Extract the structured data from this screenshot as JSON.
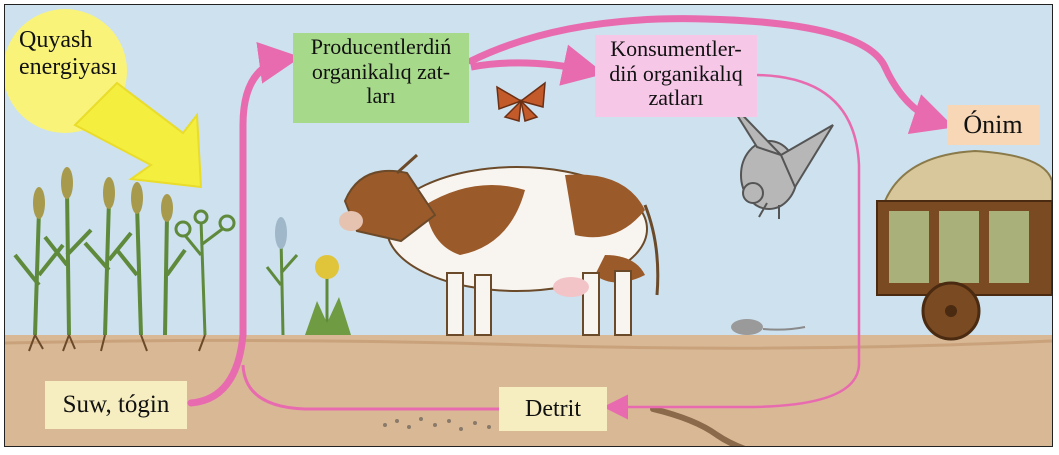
{
  "sun_label": [
    "Quyash",
    "energiyası"
  ],
  "producers_label": [
    "Producentlerdiń",
    "organikalıq zat-",
    "ları"
  ],
  "consumers_label": [
    "Konsumentler-",
    "diń organikalıq",
    "zatları"
  ],
  "product_label": "Ónim",
  "water_label": "Suw, tógin",
  "detritus_label": "Detrit",
  "colors": {
    "sky": "#cde1ee",
    "ground": "#d9b896",
    "flow_arrow": "#e86bb0",
    "sun": "#f9f37a",
    "energy_arrow": "#f4ee3e"
  }
}
